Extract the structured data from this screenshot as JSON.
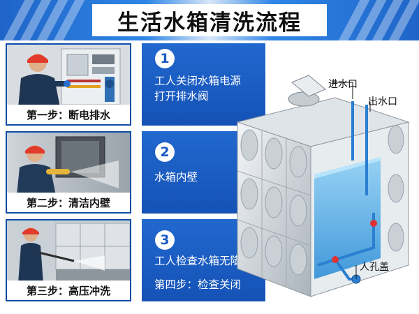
{
  "title": "生活水箱清洗流程",
  "photos": [
    {
      "caption": "第一步：断电排水",
      "icon": "worker-electrical-cabinet"
    },
    {
      "caption": "第二步：清洁内壁",
      "icon": "worker-spraying-wall"
    },
    {
      "caption": "第三步：高压冲洗",
      "icon": "worker-pressure-washer"
    }
  ],
  "steps": [
    {
      "number": "1",
      "lines": [
        "工人关闭水箱电源",
        "打开排水阀"
      ]
    },
    {
      "number": "2",
      "lines": [
        "水箱内壁"
      ]
    },
    {
      "number": "3",
      "lines": [
        "工人检查水箱无隆合"
      ],
      "extra": "第四步：检查关闭"
    }
  ],
  "diagram_labels": {
    "inlet": "进水口",
    "outlet": "出水口",
    "manhole": "人孔盖"
  },
  "colors": {
    "panel_blue": "#1a5bc4",
    "header_blue": "#2f86e6",
    "water": "#4aa9e8"
  }
}
